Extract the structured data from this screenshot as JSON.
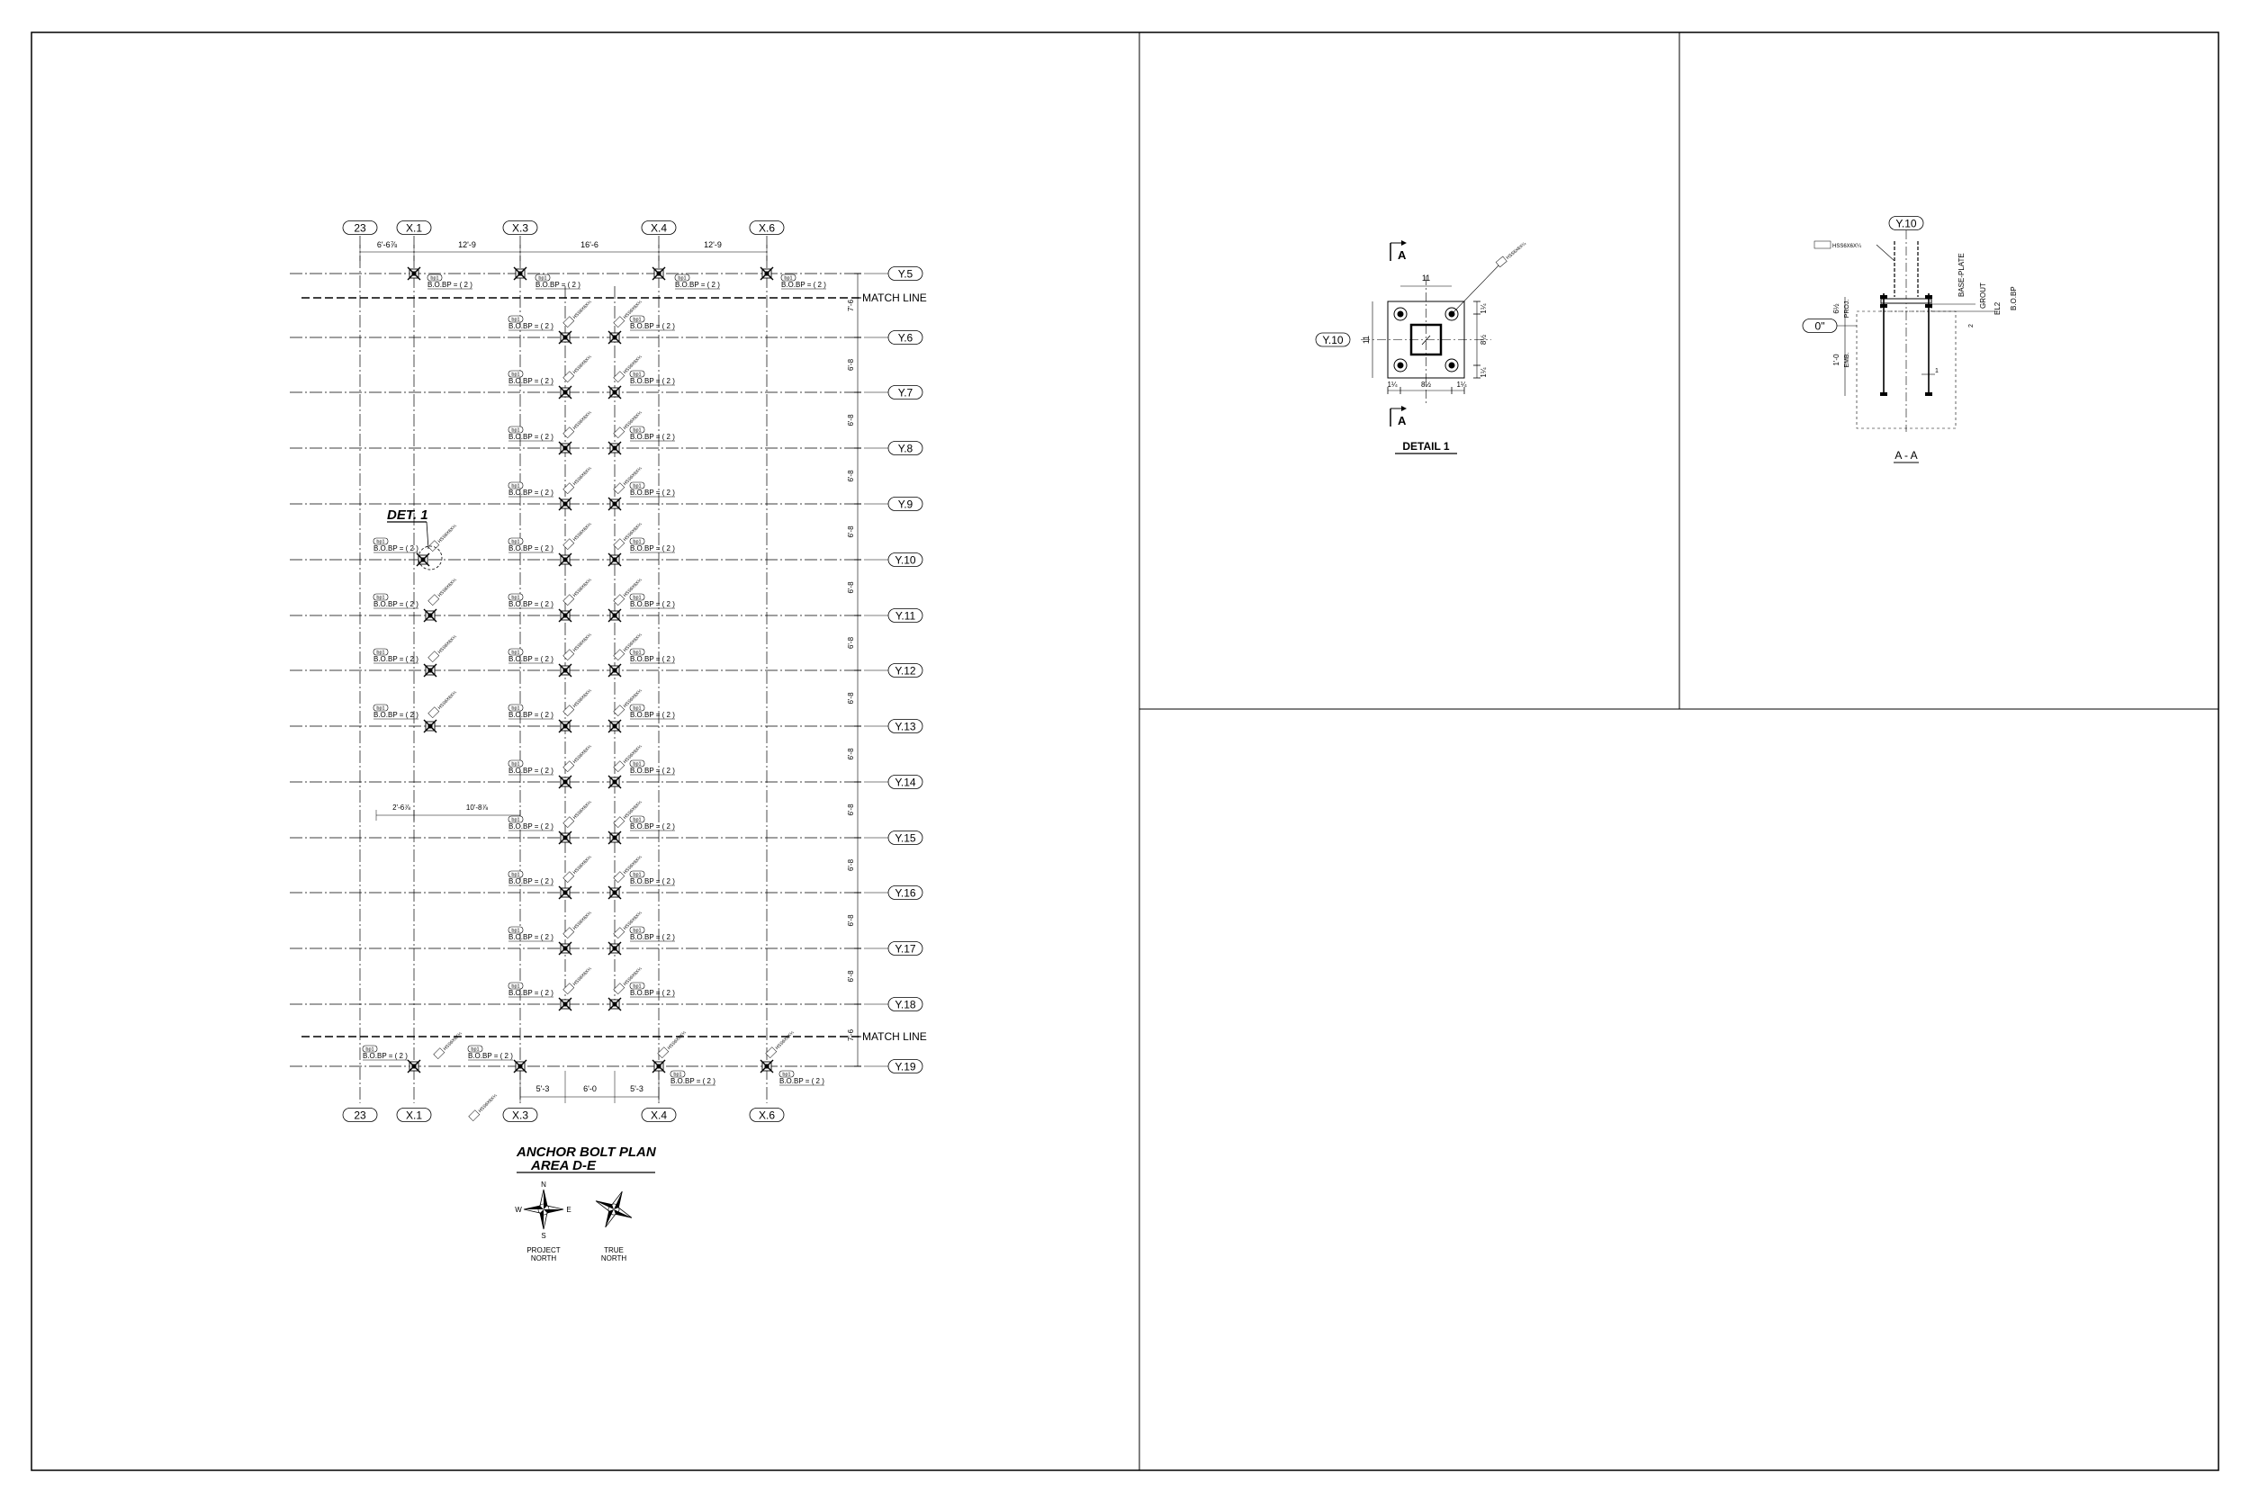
{
  "plan": {
    "title": "ANCHOR BOLT PLAN",
    "subtitle": "AREA  D-E",
    "det_ref": "DET. 1",
    "match_line": "MATCH LINE",
    "tag_box": "bp1",
    "tag_elev": "B.O.BP = ( 2 )",
    "member_tag": "HSS6X6X¼",
    "cols_top": [
      "23",
      "X.1",
      "X.3",
      "X.4",
      "X.6"
    ],
    "cols_bottom": [
      "23",
      "X.1",
      "X.3",
      "X.4",
      "X.6"
    ],
    "rows": [
      "Y.5",
      "Y.6",
      "Y.7",
      "Y.8",
      "Y.9",
      "Y.10",
      "Y.11",
      "Y.12",
      "Y.13",
      "Y.14",
      "Y.15",
      "Y.16",
      "Y.17",
      "Y.18",
      "Y.19"
    ],
    "top_dims": [
      "6'-6⅞",
      "12'-9",
      "16'-6",
      "12'-9"
    ],
    "right_dims": [
      "7'-6",
      "6'-8",
      "6'-8",
      "6'-8",
      "6'-8",
      "6'-8",
      "6'-8",
      "6'-8",
      "6'-8",
      "6'-8",
      "6'-8",
      "6'-8",
      "6'-8",
      "7'-6"
    ],
    "bottom_dims": [
      "5'-3",
      "6'-0",
      "5'-3"
    ],
    "offset_dims": [
      "2'-6⅞",
      "10'-8⅞"
    ],
    "north_project": {
      "label": "PROJECT\nNORTH",
      "n": "N",
      "e": "E",
      "s": "S",
      "w": "W"
    },
    "north_true": {
      "label": "TRUE\nNORTH"
    }
  },
  "detail1": {
    "title": "DETAIL 1",
    "section_mark": "A",
    "grid_ref": "Y.10",
    "dim_top": "11",
    "dim_side": "11",
    "dim_bottom": [
      "1¼",
      "8½",
      "1¼"
    ],
    "dim_right": [
      "1¼",
      "8½",
      "1¼"
    ]
  },
  "sectionAA": {
    "title": "A - A",
    "grid_ref": "Y.10",
    "elev_ref": "0\"",
    "member_tag": "HSS6X6X¼",
    "labels": [
      "BASE-PLATE",
      "GROUT",
      "EL2",
      "B.O.BP"
    ],
    "dims": [
      "6½",
      "PROJ.",
      "1'-0",
      "EMB.",
      "2",
      "1"
    ]
  }
}
